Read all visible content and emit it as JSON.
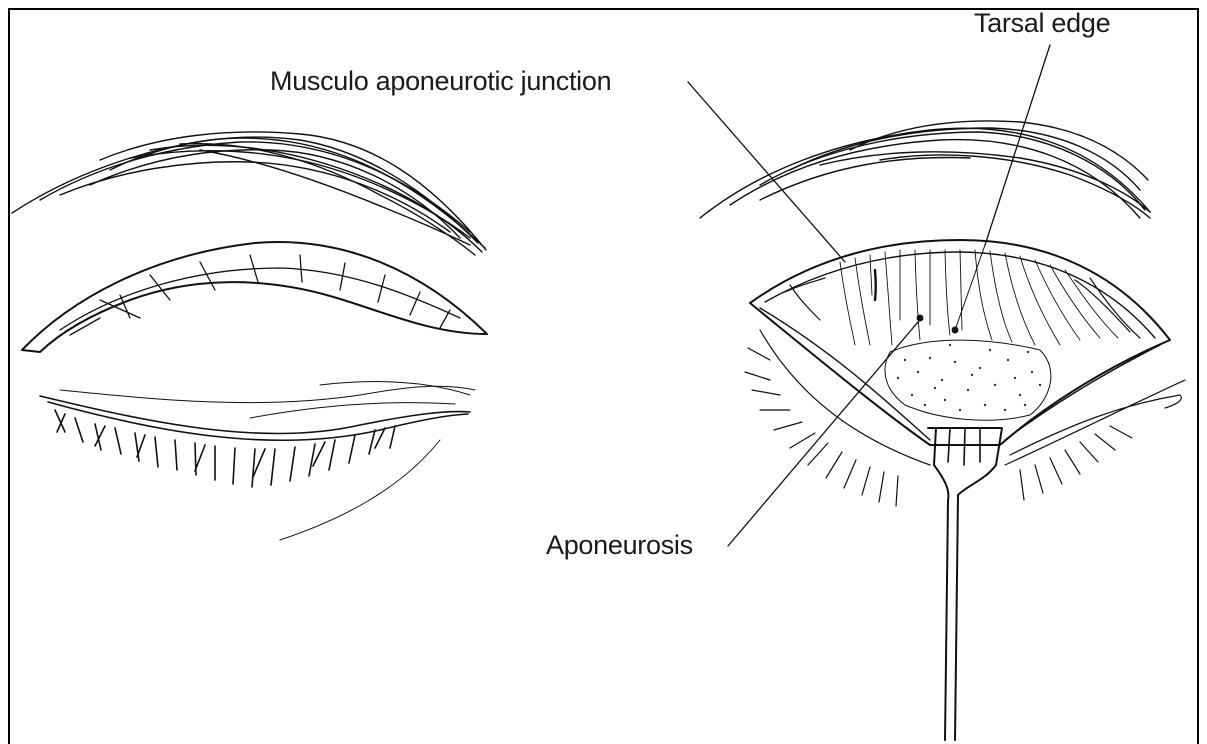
{
  "labels": {
    "tarsal_edge": "Tarsal edge",
    "musculo_aponeurotic_junction": "Musculo aponeurotic junction",
    "aponeurosis": "Aponeurosis"
  },
  "colors": {
    "line": "#111111",
    "stipple": "#333333",
    "background": "#ffffff"
  }
}
